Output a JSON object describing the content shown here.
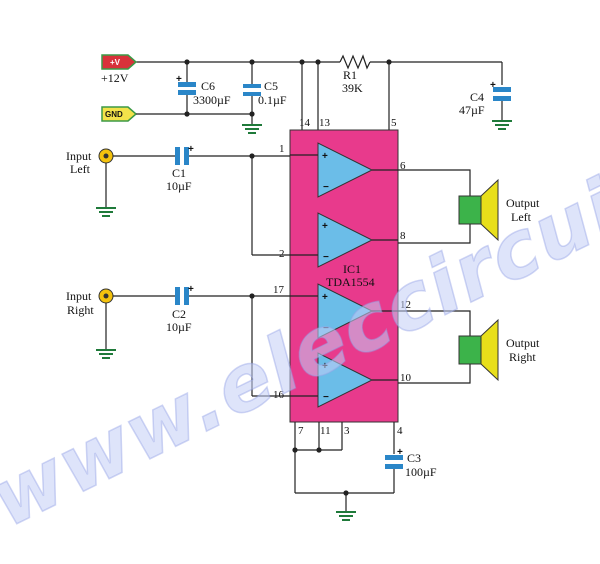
{
  "power": {
    "vplus_tag": "+V",
    "gnd_tag": "GND",
    "supply_label": "+12V"
  },
  "ic": {
    "name": "IC1",
    "part": "TDA1554"
  },
  "pins": {
    "p14": "14",
    "p13": "13",
    "p5": "5",
    "p1": "1",
    "p2": "2",
    "p6": "6",
    "p8": "8",
    "p17": "17",
    "p16": "16",
    "p12": "12",
    "p10": "10",
    "p7": "7",
    "p11": "11",
    "p3": "3",
    "p4": "4"
  },
  "components": {
    "c6": {
      "ref": "C6",
      "value": "3300µF"
    },
    "c5": {
      "ref": "C5",
      "value": "0.1µF"
    },
    "r1": {
      "ref": "R1",
      "value": "39K"
    },
    "c4": {
      "ref": "C4",
      "value": "47µF"
    },
    "c1": {
      "ref": "C1",
      "value": "10µF"
    },
    "c2": {
      "ref": "C2",
      "value": "10µF"
    },
    "c3": {
      "ref": "C3",
      "value": "100µF"
    }
  },
  "inputs": {
    "left": {
      "line1": "Input",
      "line2": "Left"
    },
    "right": {
      "line1": "Input",
      "line2": "Right"
    }
  },
  "outputs": {
    "left": {
      "line1": "Output",
      "line2": "Left"
    },
    "right": {
      "line1": "Output",
      "line2": "Right"
    }
  },
  "watermark": "www.eleccircuit.com",
  "colors": {
    "ic_body": "#e83a8c",
    "amp": "#6bbde8",
    "capacitor": "#2a86c8",
    "ground": "#1f7a3a",
    "speaker_magnet": "#3cb34a",
    "speaker_cone": "#e8df1a",
    "tag_plus": "#d8323a",
    "tag_gnd": "#f3e24a",
    "jack": "#f4c20d"
  }
}
